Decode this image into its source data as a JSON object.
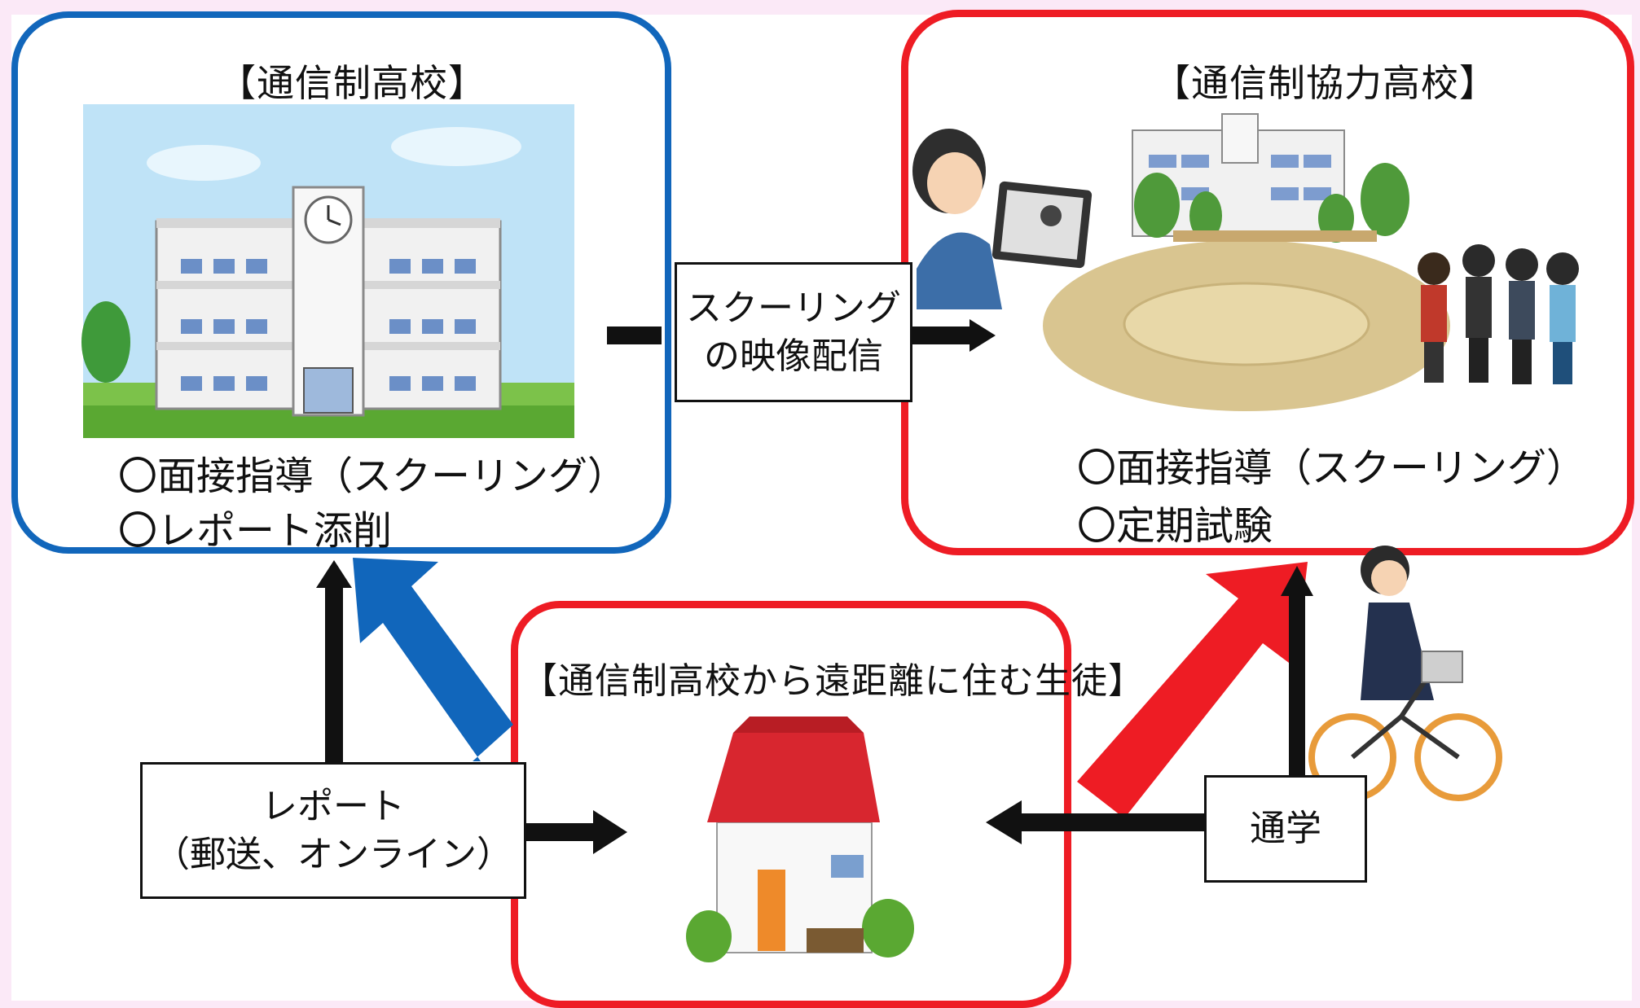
{
  "left_school": {
    "title": "【通信制高校】",
    "items": [
      "〇面接指導（スクーリング）",
      "〇レポート添削"
    ]
  },
  "right_school": {
    "title": "【通信制協力高校】",
    "items": [
      "〇面接指導（スクーリング）",
      "〇定期試験"
    ]
  },
  "student": {
    "title": "【通信制高校から遠距離に住む生徒】"
  },
  "boxes": {
    "schooling": [
      "スクーリング",
      "の映像配信"
    ],
    "report": [
      "レポート",
      "（郵送、オンライン）"
    ],
    "commute": "通学"
  },
  "colors": {
    "blue": "#1166bb",
    "red": "#ee1c24",
    "black": "#111111"
  },
  "icons": [
    "school-building-illustration",
    "cooperating-school-illustration",
    "teacher-tablet-illustration",
    "students-group-illustration",
    "house-illustration",
    "bicycle-student-illustration"
  ]
}
